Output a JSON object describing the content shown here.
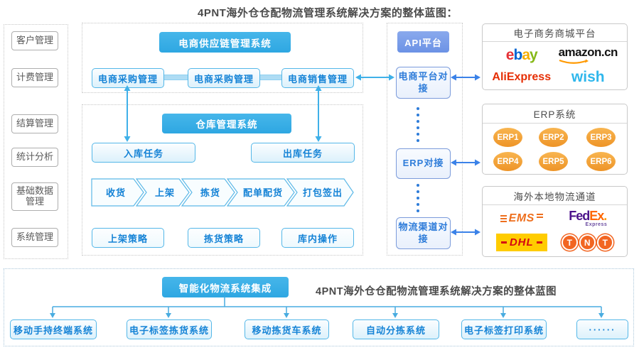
{
  "title": "4PNT海外仓仓配物流管理系统解决方案的整体蓝图：",
  "sidebar": {
    "items": [
      "客户管理",
      "计费管理",
      "结算管理",
      "统计分析",
      "基础数据管理",
      "系统管理"
    ]
  },
  "supply_chain": {
    "header": "电商供应链管理系统",
    "modules": [
      "电商采购管理",
      "电商采购管理",
      "电商销售管理"
    ]
  },
  "warehouse": {
    "header": "仓库管理系统",
    "inbound": "入库任务",
    "outbound": "出库任务",
    "process": [
      "收货",
      "上架",
      "拣货",
      "配单配货",
      "打包签出"
    ],
    "strategies": [
      "上架策略",
      "拣货策略",
      "库内操作"
    ]
  },
  "api": {
    "header": "API平台",
    "ecom": "电商平台对接",
    "erp": "ERP对接",
    "logistics": "物流渠道对接"
  },
  "partners": {
    "ecommerce": {
      "title": "电子商务商城平台",
      "ebay_letters": [
        "e",
        "b",
        "a",
        "y"
      ],
      "amazon": "amazon.cn",
      "aliexpress": "AliExpress",
      "wish": "wish"
    },
    "erp": {
      "title": "ERP系统",
      "items": [
        "ERP1",
        "ERP2",
        "ERP3",
        "ERP4",
        "ERP5",
        "ERP6"
      ]
    },
    "logistics": {
      "title": "海外本地物流通道",
      "ems": "EMS",
      "fedex_fed": "Fed",
      "fedex_ex": "Ex",
      "fedex_dot": ".",
      "fedex_sub": "Express",
      "dhl": "DHL",
      "tnt_letters": [
        "T",
        "N",
        "T"
      ]
    }
  },
  "integration": {
    "header": "智能化物流系统集成",
    "caption": "4PNT海外仓仓配物流管理系统解决方案的整体蓝图",
    "systems": [
      "移动手持终端系统",
      "电子标签拣货系统",
      "移动拣货车系统",
      "自动分拣系统",
      "电子标签打印系统",
      "······"
    ]
  },
  "colors": {
    "sky_header": "#35ace4",
    "api_header": "#7a9ee8",
    "box_text_blue": "#1583d6",
    "arrow_sky": "#3fb0e8",
    "arrow_royal": "#3b82e8",
    "erp_orange": "#f2a33c",
    "ebay": [
      "#e53238",
      "#0064d2",
      "#f5af02",
      "#86b817"
    ],
    "amazon_smile": "#ff9900",
    "aliexpress_red": "#e62e04",
    "wish_blue": "#2fb7ec",
    "ems_orange": "#ee6f1e",
    "fedex_purple": "#4d148c",
    "fedex_orange": "#ff6600",
    "dhl_yellow": "#ffcc00",
    "dhl_red": "#d40511",
    "tnt_orange": "#f26521"
  }
}
